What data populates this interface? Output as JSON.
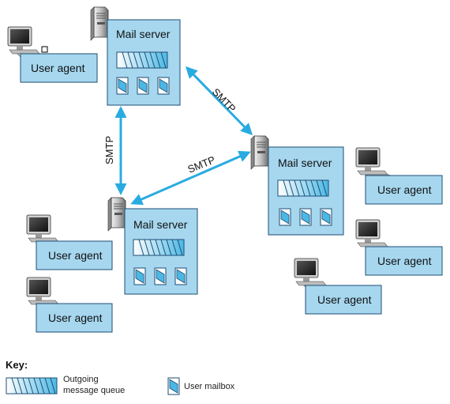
{
  "servers": [
    {
      "id": "server-top",
      "label": "Mail server"
    },
    {
      "id": "server-left",
      "label": "Mail server"
    },
    {
      "id": "server-right",
      "label": "Mail server"
    }
  ],
  "user_agents": [
    {
      "id": "ua-top-left",
      "label": "User agent"
    },
    {
      "id": "ua-left-1",
      "label": "User agent"
    },
    {
      "id": "ua-left-2",
      "label": "User agent"
    },
    {
      "id": "ua-right-1",
      "label": "User agent"
    },
    {
      "id": "ua-right-2",
      "label": "User agent"
    },
    {
      "id": "ua-right-3",
      "label": "User agent"
    }
  ],
  "links": [
    {
      "label": "SMTP"
    },
    {
      "label": "SMTP"
    },
    {
      "label": "SMTP"
    }
  ],
  "key": {
    "title": "Key:",
    "queue_label_line1": "Outgoing",
    "queue_label_line2": "message queue",
    "mailbox_label": "User mailbox"
  },
  "colors": {
    "box_fill": "#a6d7ef",
    "box_stroke": "#1d4e75",
    "arrow": "#29abe2"
  }
}
